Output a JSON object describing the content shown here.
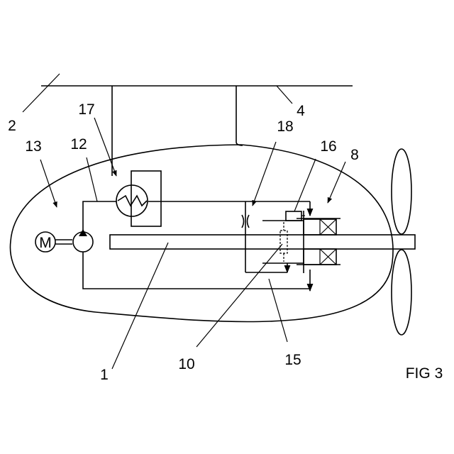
{
  "figure": {
    "caption": "FIG 3",
    "callouts": {
      "c1": "1",
      "c2": "2",
      "c4": "4",
      "c8": "8",
      "c10": "10",
      "c12": "12",
      "c13": "13",
      "c15": "15",
      "c16": "16",
      "c17": "17",
      "c18": "18"
    },
    "motor_symbol": "M"
  }
}
